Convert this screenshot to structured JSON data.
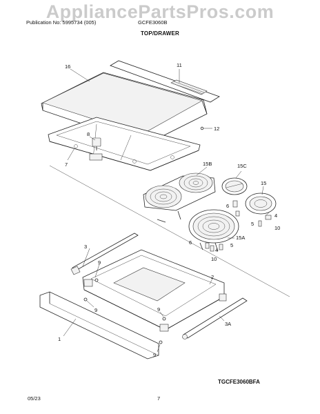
{
  "header": {
    "publication": "Publication No: 5995734 (005)",
    "model": "GCFE3060B",
    "title": "TOP/DRAWER"
  },
  "watermark": "AppliancePartsPros.com",
  "callouts": {
    "c16": "16",
    "c11": "11",
    "c12": "12",
    "c8": "8",
    "c7": "7",
    "c15b": "15B",
    "c15c": "15C",
    "c15": "15",
    "c6a": "6",
    "c4a": "4",
    "c10a": "10",
    "c5a": "5",
    "c15a": "15A",
    "c6b": "6",
    "c4b": "4",
    "c5b": "5",
    "c10b": "10",
    "c3": "3",
    "c9a": "9",
    "c2": "2",
    "c9b": "9",
    "c9c": "9",
    "c1": "1",
    "c3a": "3A",
    "c9d": "9"
  },
  "footer": {
    "figure_code": "TGCFE3060BFA",
    "date": "05/23",
    "page": "7"
  }
}
